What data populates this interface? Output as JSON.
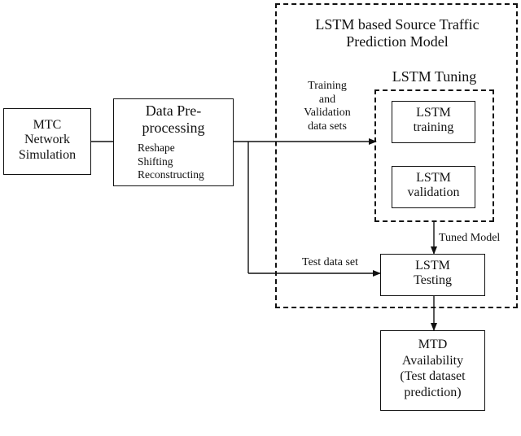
{
  "outer_group": {
    "title_line1": "LSTM based Source Traffic",
    "title_line2": "Prediction Model"
  },
  "inner_group": {
    "title": "LSTM Tuning"
  },
  "nodes": {
    "mtc": {
      "line1": "MTC",
      "line2": "Network",
      "line3": "Simulation"
    },
    "preprocessing": {
      "title_line1": "Data Pre-",
      "title_line2": "processing",
      "step1": "Reshape",
      "step2": "Shifting",
      "step3": "Reconstructing"
    },
    "lstm_training": {
      "line1": "LSTM",
      "line2": "training"
    },
    "lstm_validation": {
      "line1": "LSTM",
      "line2": "validation"
    },
    "lstm_testing": {
      "line1": "LSTM",
      "line2": "Testing"
    },
    "mtd": {
      "line1": "MTD",
      "line2": "Availability",
      "line3": "(Test dataset",
      "line4": "prediction)"
    }
  },
  "edges": {
    "train_val": {
      "line1": "Training",
      "line2": "and",
      "line3": "Validation",
      "line4": "data sets"
    },
    "test": {
      "label": "Test data set"
    },
    "tuned": {
      "label": "Tuned Model"
    }
  }
}
